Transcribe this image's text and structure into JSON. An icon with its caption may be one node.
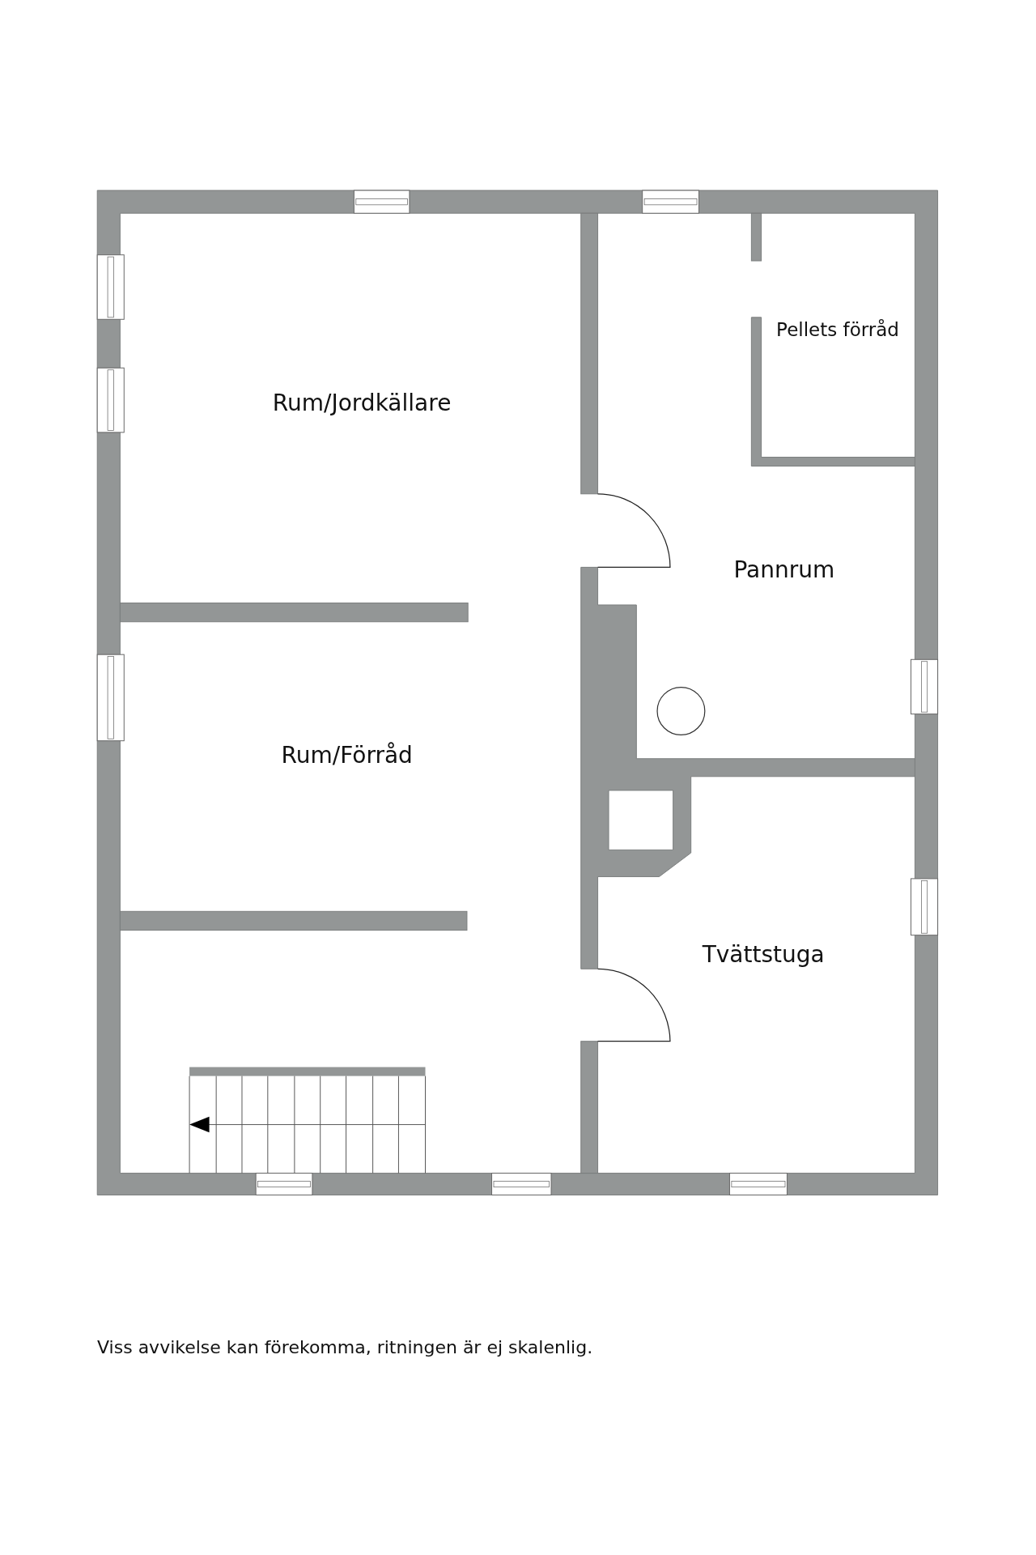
{
  "diagram": {
    "caption": "Viss avvikelse kan förekomma, ritningen är ej skalenlig.",
    "nodes": [
      {
        "text": [
          "Rum/Jordkällare"
        ]
      },
      {
        "text": [
          "Pellets förråd"
        ]
      },
      {
        "text": [
          "Pannrum"
        ]
      },
      {
        "text": [
          "Rum/Förråd"
        ]
      },
      {
        "text": [
          "Tvättstuga"
        ]
      }
    ]
  }
}
